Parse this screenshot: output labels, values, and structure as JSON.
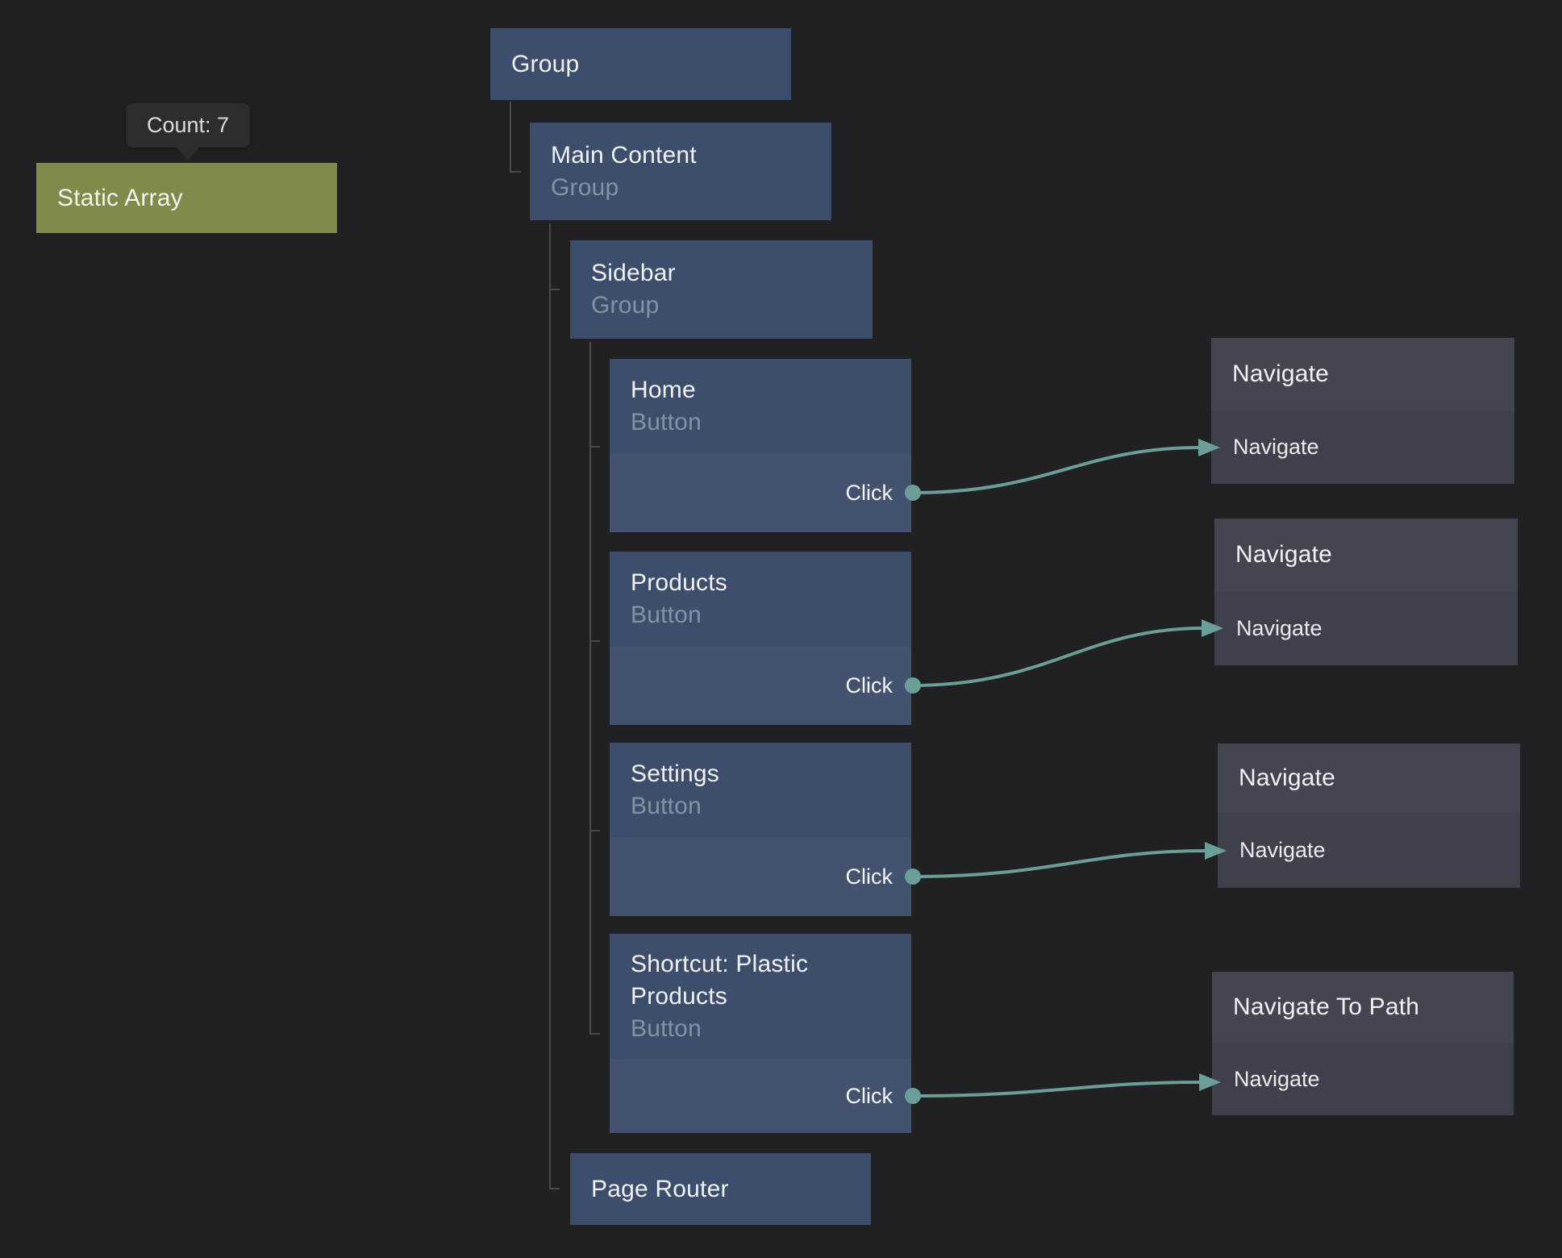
{
  "tooltip": {
    "label": "Count: 7"
  },
  "nodes": {
    "static_array": {
      "title": "Static Array"
    },
    "group": {
      "title": "Group"
    },
    "main_content": {
      "title": "Main Content",
      "subtitle": "Group"
    },
    "sidebar": {
      "title": "Sidebar",
      "subtitle": "Group"
    },
    "home": {
      "title": "Home",
      "subtitle": "Button",
      "output_port": "Click"
    },
    "products": {
      "title": "Products",
      "subtitle": "Button",
      "output_port": "Click"
    },
    "settings": {
      "title": "Settings",
      "subtitle": "Button",
      "output_port": "Click"
    },
    "shortcut": {
      "title": "Shortcut: Plastic Products",
      "subtitle": "Button",
      "output_port": "Click"
    },
    "page_router": {
      "title": "Page Router"
    },
    "navigate_1": {
      "title": "Navigate",
      "input_port": "Navigate"
    },
    "navigate_2": {
      "title": "Navigate",
      "input_port": "Navigate"
    },
    "navigate_3": {
      "title": "Navigate",
      "input_port": "Navigate"
    },
    "navigate_to_path": {
      "title": "Navigate To Path",
      "input_port": "Navigate"
    }
  },
  "connections": [
    {
      "from": "home.click",
      "to": "navigate_1.navigate"
    },
    {
      "from": "products.click",
      "to": "navigate_2.navigate"
    },
    {
      "from": "settings.click",
      "to": "navigate_3.navigate"
    },
    {
      "from": "shortcut.click",
      "to": "navigate_to_path.navigate"
    }
  ],
  "colors": {
    "background": "#212123",
    "node_blue_header": "#3d4e6c",
    "node_blue_body": "#43536f",
    "node_gray_header": "#434551",
    "node_gray_body": "#3e404b",
    "node_green": "#7d8c4a",
    "wire_teal": "#6c9e99",
    "tree_line": "#4a4a4c",
    "tooltip_bg": "#2d2d2e"
  }
}
